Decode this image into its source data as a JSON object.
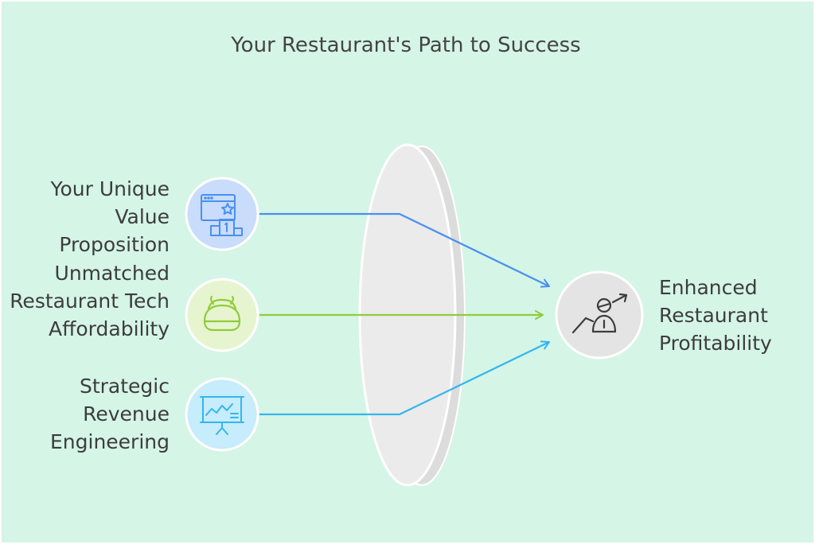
{
  "title": "Your Restaurant's Path to Success",
  "inputs": [
    {
      "label": "Your Unique Value Proposition",
      "icon": "award-podium-icon",
      "color": "#4a8ff0",
      "fill": "#c9dcfb"
    },
    {
      "label": "Unmatched Restaurant Tech Affordability",
      "icon": "serving-cloche-icon",
      "color": "#8fcc3a",
      "fill": "#e6f5cf"
    },
    {
      "label": "Strategic Revenue Engineering",
      "icon": "presentation-chart-icon",
      "color": "#33b6ef",
      "fill": "#c7ecfb"
    }
  ],
  "output": {
    "label": "Enhanced Restaurant Profitability",
    "icon": "person-growth-icon",
    "fill": "#e4e4e4"
  },
  "colors": {
    "background": "#d5f5e6",
    "lens": "#e8e8e8",
    "text": "#3d3d3d"
  }
}
